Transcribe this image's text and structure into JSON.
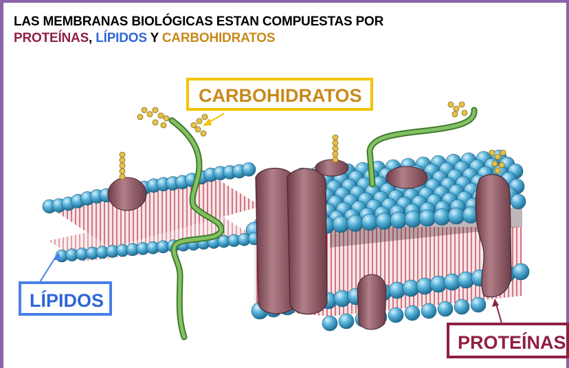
{
  "title": {
    "line1": "LAS MEMBRANAS BIOLÓGICAS ESTAN COMPUESTAS POR",
    "proteinas": "PROTEÍNAS",
    "comma": ", ",
    "lipidos": "LÍPIDOS",
    "y": " Y ",
    "carbohidratos": "CARBOHIDRATOS"
  },
  "labels": {
    "carbohidratos": "CARBOHIDRATOS",
    "lipidos": "LÍPIDOS",
    "proteinas": "PROTEÍNAS"
  },
  "colors": {
    "frame": "#8a64a8",
    "proteinas": "#8e2041",
    "lipidos": "#2f66d6",
    "carbohidratos": "#c8891a",
    "carbo_box": "#f1c500",
    "lipid_head": "#4aa6cf",
    "lipid_tail": "#c4283c",
    "protein": "#8a5560",
    "glyco_chain": "#7cb85a",
    "sugar": "#d9b84a"
  }
}
